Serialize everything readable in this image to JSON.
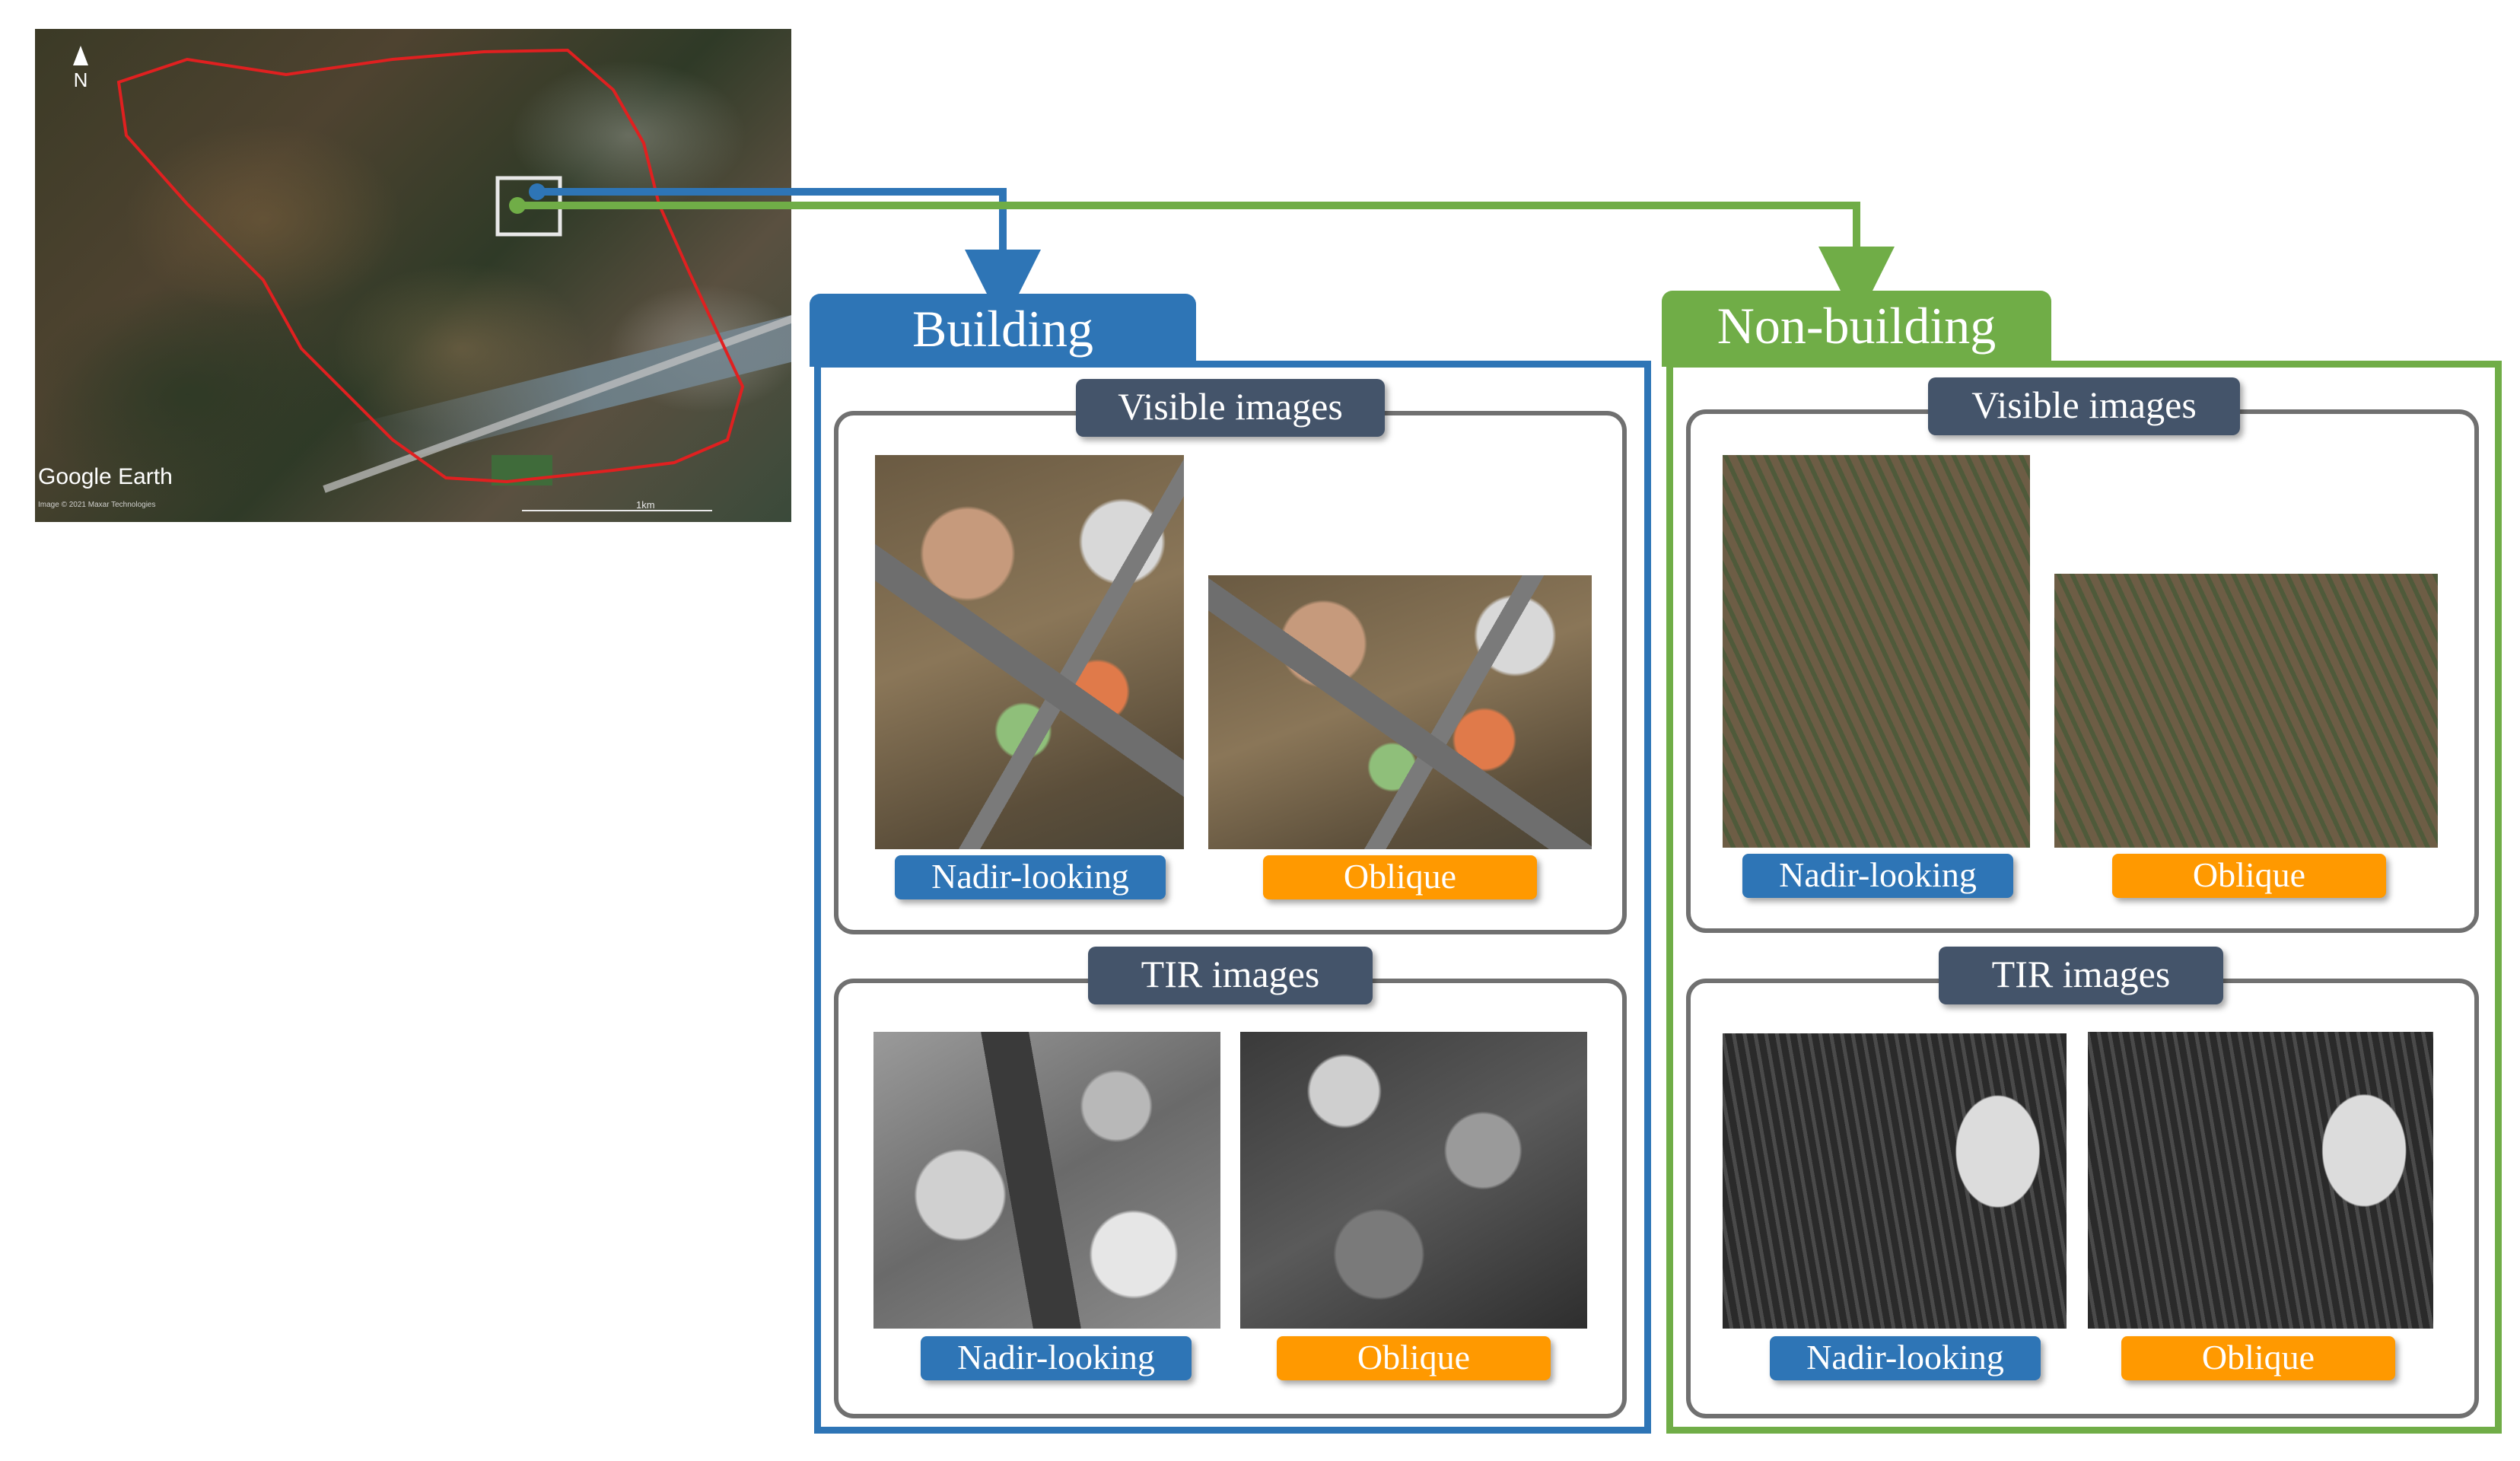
{
  "map": {
    "north_label": "N",
    "brand": "Google Earth",
    "credit": "Image © 2021 Maxar Technologies",
    "scale": "1km"
  },
  "colors": {
    "building": "#2e75b6",
    "non_building": "#70ad47",
    "group_label": "#44546a",
    "nadir_tag": "#2e75b6",
    "oblique_tag": "#ff9900",
    "study_area_outline": "#e02020"
  },
  "sections": {
    "building": {
      "title": "Building",
      "visible": {
        "label": "Visible images",
        "nadir": "Nadir-looking",
        "oblique": "Oblique"
      },
      "tir": {
        "label": "TIR images",
        "nadir": "Nadir-looking",
        "oblique": "Oblique"
      }
    },
    "non_building": {
      "title": "Non-building",
      "visible": {
        "label": "Visible images",
        "nadir": "Nadir-looking",
        "oblique": "Oblique"
      },
      "tir": {
        "label": "TIR images",
        "nadir": "Nadir-looking",
        "oblique": "Oblique"
      }
    }
  }
}
